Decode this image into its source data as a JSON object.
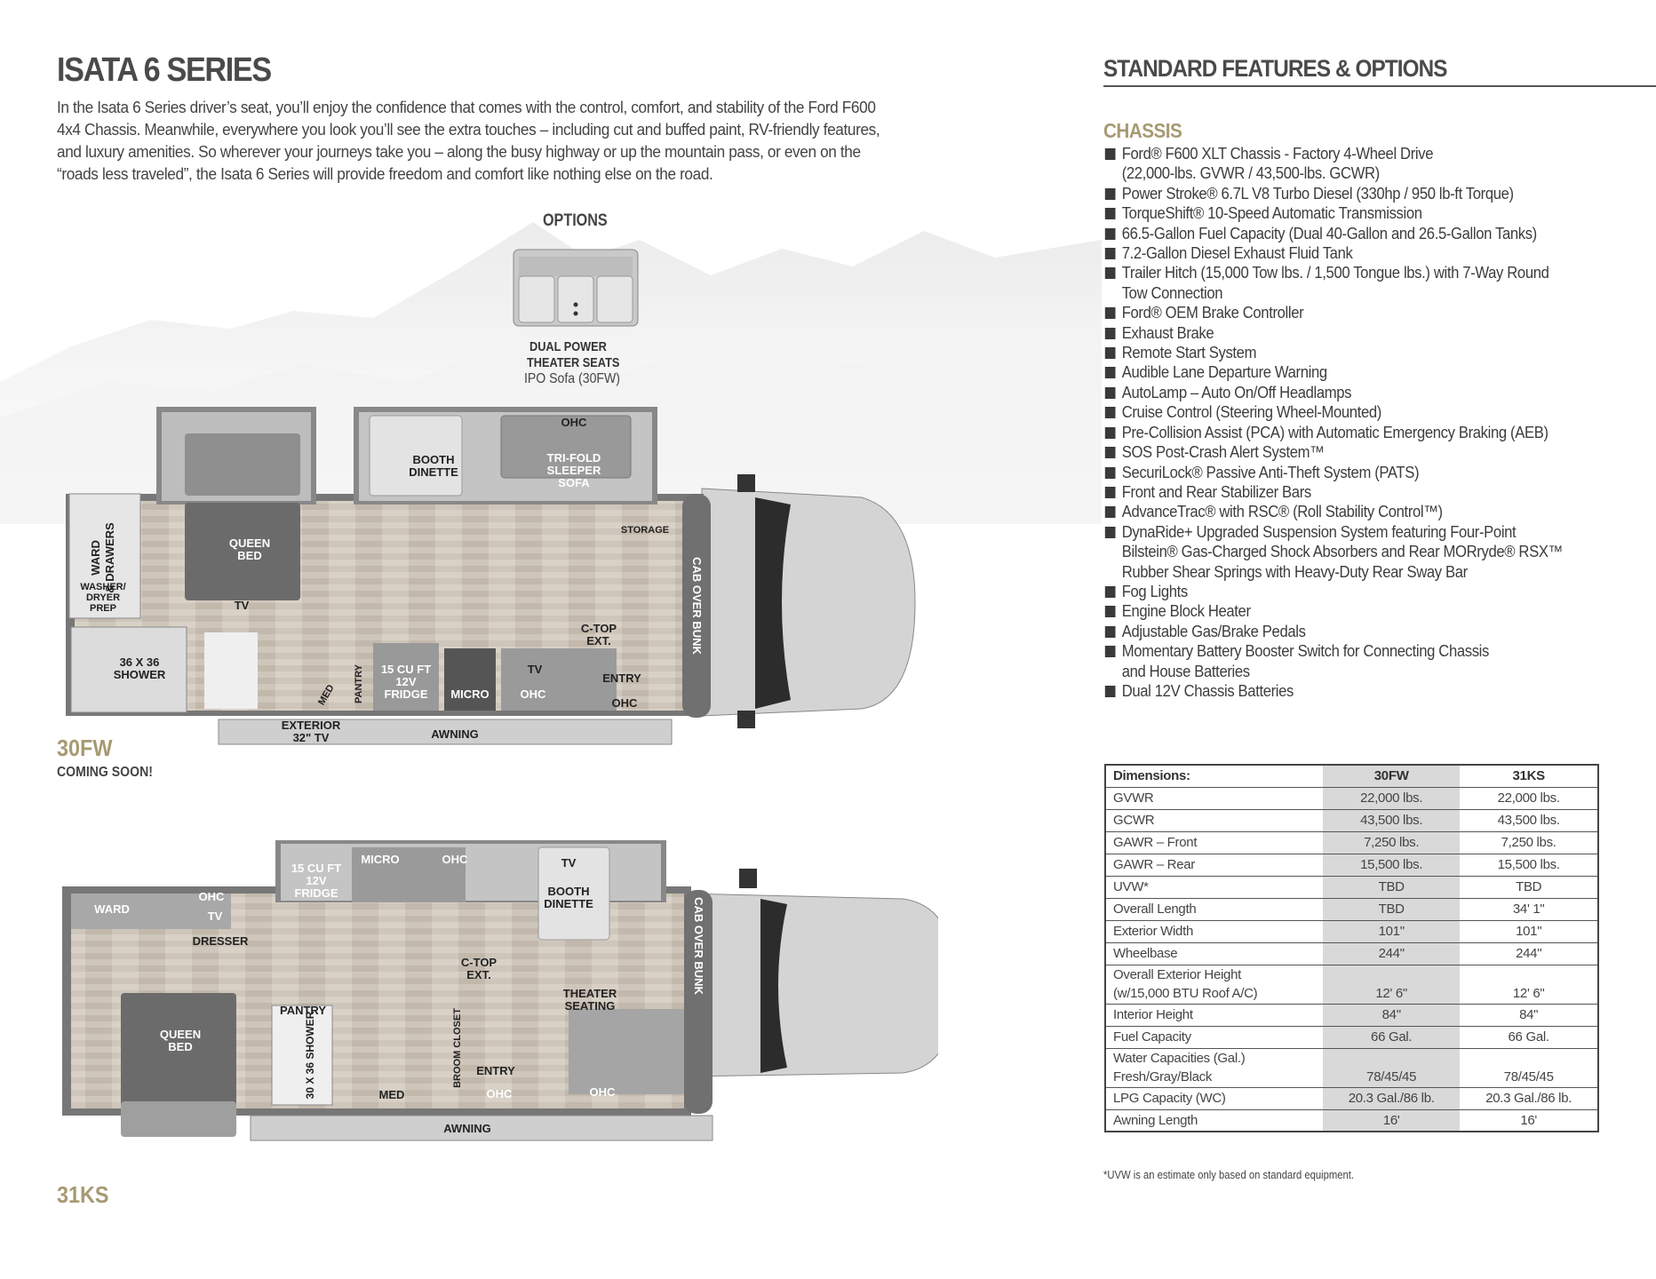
{
  "header": {
    "title": "ISATA 6 SERIES",
    "intro": "In the Isata 6 Series driver’s seat, you’ll enjoy the confidence that comes with the control, comfort, and stability of the Ford F600 4x4 Chassis. Meanwhile, everywhere you look you’ll see the extra touches – including cut and buffed paint, RV-friendly features, and luxury amenities. So wherever your journeys take you – along the busy highway or up the mountain pass, or even on the “roads less traveled”, the Isata 6 Series will provide freedom and comfort like nothing else on the road."
  },
  "options": {
    "title": "OPTIONS",
    "line1": "DUAL POWER",
    "line2": "THEATER SEATS",
    "line3": "IPO Sofa (30FW)"
  },
  "floorplan_30fw": {
    "model": "30FW",
    "status": "COMING SOON!",
    "labels": {
      "ohc": "OHC",
      "booth1": "BOOTH",
      "booth2": "DINETTE",
      "trifold1": "TRI-FOLD",
      "trifold2": "SLEEPER",
      "trifold3": "SOFA",
      "storage": "STORAGE",
      "ward1": "WARD",
      "ward2": "& DRAWERS",
      "washer1": "WASHER/",
      "washer2": "DRYER",
      "washer3": "PREP",
      "queen1": "QUEEN",
      "queen2": "BED",
      "tv": "TV",
      "shower1": "36 X 36",
      "shower2": "SHOWER",
      "med": "MED",
      "pantry": "PANTRY",
      "fridge1": "15 CU FT",
      "fridge2": "12V",
      "fridge3": "FRIDGE",
      "micro": "MICRO",
      "ctop1": "C-TOP",
      "ctop2": "EXT.",
      "entry": "ENTRY",
      "cab": "CAB OVER BUNK",
      "ext1": "EXTERIOR",
      "ext2": "32\" TV",
      "awning": "AWNING"
    }
  },
  "floorplan_31ks": {
    "model": "31KS",
    "labels": {
      "fridge1": "15 CU FT",
      "fridge2": "12V",
      "fridge3": "FRIDGE",
      "micro": "MICRO",
      "ohc": "OHC",
      "tv": "TV",
      "booth1": "BOOTH",
      "booth2": "DINETTE",
      "ward": "WARD",
      "dresser": "DRESSER",
      "ctop1": "C-TOP",
      "ctop2": "EXT.",
      "theater1": "THEATER",
      "theater2": "SEATING",
      "cab": "CAB OVER BUNK",
      "queen1": "QUEEN",
      "queen2": "BED",
      "pantry": "PANTRY",
      "shower": "30 X 36 SHOWER",
      "broom": "BROOM CLOSET",
      "entry": "ENTRY",
      "med": "MED",
      "awning": "AWNING"
    }
  },
  "features": {
    "title": "STANDARD FEATURES & OPTIONS",
    "section": "CHASSIS",
    "items": [
      "Ford® F600 XLT Chassis - Factory 4-Wheel Drive",
      "(22,000-lbs. GVWR / 43,500-lbs. GCWR)",
      "Power Stroke® 6.7L V8 Turbo Diesel (330hp / 950 lb-ft Torque)",
      "TorqueShift® 10-Speed Automatic Transmission",
      "66.5-Gallon Fuel Capacity (Dual 40-Gallon and 26.5-Gallon Tanks)",
      "7.2-Gallon Diesel Exhaust Fluid Tank",
      "Trailer Hitch (15,000 Tow lbs. / 1,500 Tongue lbs.) with 7-Way Round",
      "Tow Connection",
      "Ford® OEM Brake Controller",
      "Exhaust Brake",
      "Remote Start System",
      "Audible Lane Departure Warning",
      "AutoLamp – Auto On/Off Headlamps",
      "Cruise Control (Steering Wheel-Mounted)",
      "Pre-Collision Assist (PCA) with Automatic Emergency Braking (AEB)",
      "SOS Post-Crash Alert System™",
      "SecuriLock® Passive Anti-Theft System (PATS)",
      "Front and Rear Stabilizer Bars",
      "AdvanceTrac® with RSC® (Roll Stability Control™)",
      "DynaRide+ Upgraded Suspension System featuring Four-Point",
      "Bilstein® Gas-Charged Shock Absorbers and Rear MORryde® RSX™",
      "Rubber Shear Springs with Heavy-Duty Rear Sway Bar",
      "Fog Lights",
      "Engine Block Heater",
      "Adjustable Gas/Brake Pedals",
      "Momentary Battery Booster Switch for Connecting Chassis",
      "and House Batteries",
      "Dual 12V Chassis Batteries"
    ]
  },
  "dimensions": {
    "header": [
      "Dimensions:",
      "30FW",
      "31KS"
    ],
    "rows": [
      {
        "label": "GVWR",
        "a": "22,000 lbs.",
        "b": "22,000 lbs."
      },
      {
        "label": "GCWR",
        "a": "43,500 lbs.",
        "b": "43,500 lbs."
      },
      {
        "label": "GAWR – Front",
        "a": "7,250 lbs.",
        "b": "7,250 lbs."
      },
      {
        "label": "GAWR – Rear",
        "a": "15,500 lbs.",
        "b": "15,500 lbs."
      },
      {
        "label": "UVW*",
        "a": "TBD",
        "b": "TBD"
      },
      {
        "label": "Overall Length",
        "a": "TBD",
        "b": "34' 1\""
      },
      {
        "label": "Exterior Width",
        "a": "101\"",
        "b": "101\""
      },
      {
        "label": "Wheelbase",
        "a": "244\"",
        "b": "244\""
      },
      {
        "label": "Overall Exterior Height",
        "label2": "(w/15,000 BTU Roof A/C)",
        "a": "12' 6\"",
        "b": "12' 6\""
      },
      {
        "label": "Interior Height",
        "a": "84\"",
        "b": "84\""
      },
      {
        "label": "Fuel Capacity",
        "a": "66 Gal.",
        "b": "66 Gal."
      },
      {
        "label": "Water Capacities (Gal.)",
        "label2": "Fresh/Gray/Black",
        "a": "78/45/45",
        "b": "78/45/45"
      },
      {
        "label": "LPG Capacity (WC)",
        "a": "20.3 Gal./86 lb.",
        "b": "20.3 Gal./86 lb."
      },
      {
        "label": "Awning Length",
        "a": "16'",
        "b": "16'"
      }
    ],
    "footnote": "*UVW is an estimate only based on standard equipment."
  }
}
